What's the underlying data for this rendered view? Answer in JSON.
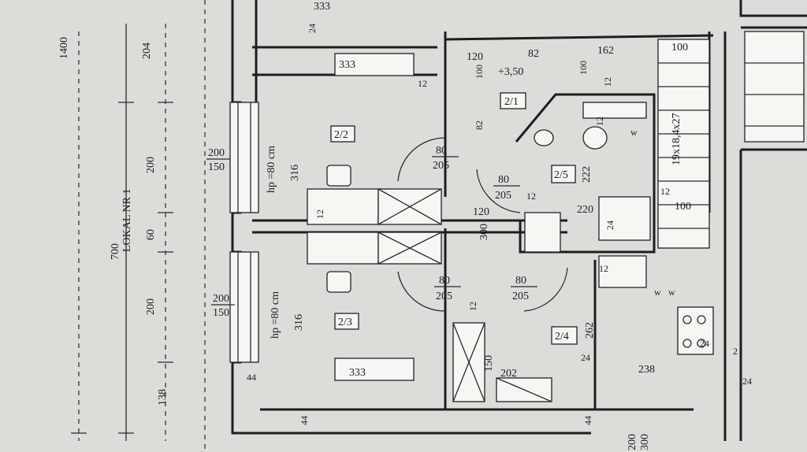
{
  "plan": {
    "left_dims": {
      "total": "1400",
      "top": "204",
      "lokal_label": "LOKAL NR 1",
      "seg_700": "700",
      "seg_200a": "200",
      "seg_60": "60",
      "seg_200b": "200",
      "seg_138": "138"
    },
    "window_a": {
      "top": "200",
      "bottom": "150"
    },
    "window_b": {
      "top": "200",
      "bottom": "150"
    },
    "rooms": {
      "r21": {
        "id": "2/1",
        "level": "+3,50"
      },
      "r22": {
        "id": "2/2",
        "sill": "hp =80 cm",
        "height": "316"
      },
      "r23": {
        "id": "2/3",
        "sill": "hp =80 cm",
        "height": "316"
      },
      "r24": {
        "id": "2/4",
        "height": "262"
      },
      "r25": {
        "id": "2/5",
        "height": "222"
      }
    },
    "doors": {
      "d1": {
        "top": "80",
        "bottom": "205"
      },
      "d2": {
        "top": "80",
        "bottom": "205"
      },
      "d3": {
        "top": "80",
        "bottom": "205"
      },
      "d4": {
        "top": "80",
        "bottom": "205"
      }
    },
    "labels": {
      "top_333": "333",
      "mid_333": "333",
      "bot_333": "333",
      "t24": "24",
      "w12a": "12",
      "w12b": "12",
      "w12c": "12",
      "w12d": "12",
      "w12e": "12",
      "w12f": "12",
      "w12g": "12",
      "n120a": "120",
      "n82a": "82",
      "n82b": "82",
      "n100a": "100",
      "n100b": "100",
      "n100c": "100",
      "n162": "162",
      "n100d": "100",
      "stairs": "19x18,4x27",
      "n120b": "120",
      "n300": "300",
      "n220": "220",
      "n24a": "24",
      "n150": "150",
      "n202": "202",
      "n24b": "24",
      "n238": "238",
      "n44a": "44",
      "n44b": "44",
      "n44c": "44",
      "n24c": "24",
      "n2": "2",
      "n24d": "24",
      "n200": "200",
      "n300b": "300",
      "w1": "w",
      "w2": "w",
      "w3": "w"
    }
  }
}
